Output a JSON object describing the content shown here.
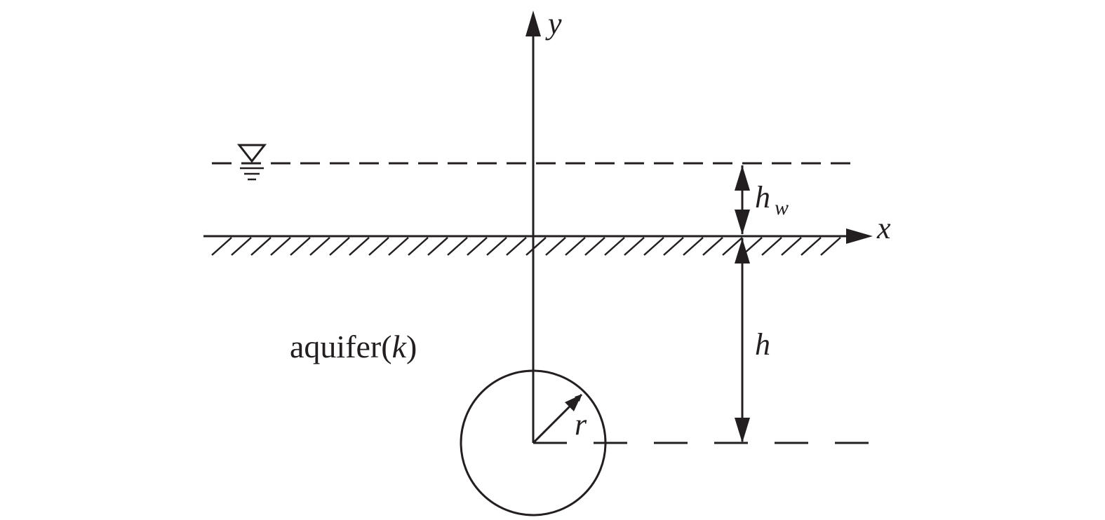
{
  "labels": {
    "y_axis": "y",
    "x_axis": "x",
    "water_head": "h",
    "water_head_sub": "w",
    "depth": "h",
    "radius": "r",
    "aquifer_prefix": "aquifer(",
    "aquifer_k": "k",
    "aquifer_suffix": ")"
  },
  "colors": {
    "ink": "#231f20",
    "background": "#ffffff"
  },
  "icons": {
    "water_level": "water-table-triangle-symbol",
    "ground": "hatched-ground-surface"
  }
}
